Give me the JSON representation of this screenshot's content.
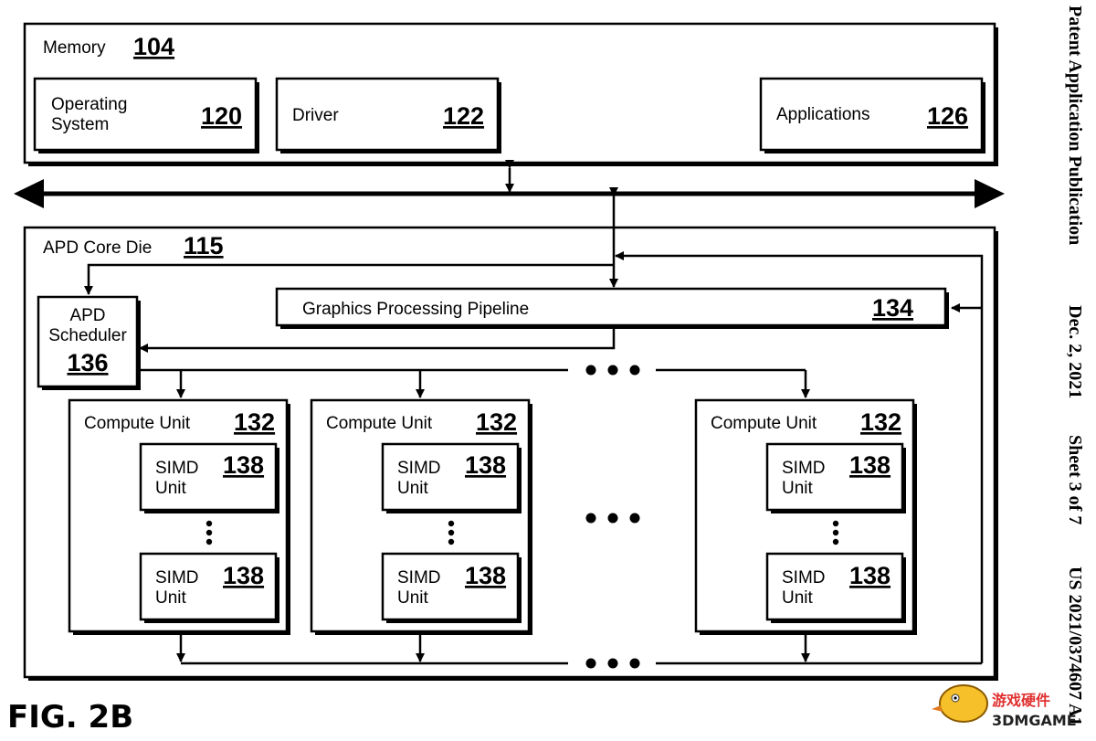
{
  "memory": {
    "label": "Memory",
    "ref": "104"
  },
  "os": {
    "line1": "Operating",
    "line2": "System",
    "ref": "120"
  },
  "driver": {
    "label": "Driver",
    "ref": "122"
  },
  "applications": {
    "label": "Applications",
    "ref": "126"
  },
  "apd_core": {
    "label": "APD Core Die",
    "ref": "115"
  },
  "pipeline": {
    "label": "Graphics Processing Pipeline",
    "ref": "134"
  },
  "scheduler": {
    "line1": "APD",
    "line2": "Scheduler",
    "ref": "136"
  },
  "compute_units": [
    {
      "label": "Compute Unit",
      "ref": "132",
      "simd": [
        {
          "line1": "SIMD",
          "line2": "Unit",
          "ref": "138"
        },
        {
          "line1": "SIMD",
          "line2": "Unit",
          "ref": "138"
        }
      ]
    },
    {
      "label": "Compute Unit",
      "ref": "132",
      "simd": [
        {
          "line1": "SIMD",
          "line2": "Unit",
          "ref": "138"
        },
        {
          "line1": "SIMD",
          "line2": "Unit",
          "ref": "138"
        }
      ]
    },
    {
      "label": "Compute Unit",
      "ref": "132",
      "simd": [
        {
          "line1": "SIMD",
          "line2": "Unit",
          "ref": "138"
        },
        {
          "line1": "SIMD",
          "line2": "Unit",
          "ref": "138"
        }
      ]
    }
  ],
  "figure_label": "FIG. 2B",
  "header": {
    "publication": "Patent Application Publication",
    "date": "Dec. 2, 2021",
    "sheet": "Sheet 3 of 7",
    "number": "US 2021/0374607 A1"
  },
  "watermark": {
    "line1": "游戏硬件",
    "line2": "3DMGAME"
  }
}
